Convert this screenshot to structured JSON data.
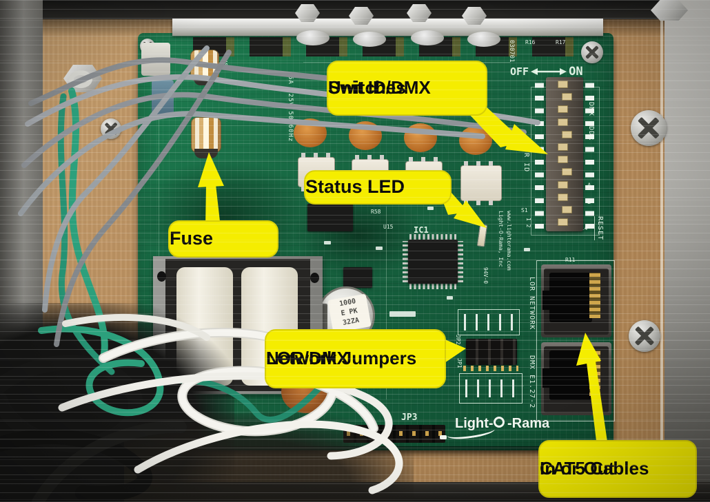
{
  "meta": {
    "description": "Annotated photograph of a Light-O-Rama light controller circuit board inside its enclosure"
  },
  "callouts": {
    "unit_id_switches": {
      "line1": "Unit ID/DMX",
      "line2": "Switches"
    },
    "status_led": {
      "label": "Status LED"
    },
    "fuse": {
      "label": "Fuse"
    },
    "network_jumpers": {
      "line1": "LOR/DMX",
      "line2": "Network Jumpers"
    },
    "cat5": {
      "line1": "CAT5 Cables",
      "line2": "In or Out"
    }
  },
  "pcb": {
    "dip_switch_count": 12,
    "switch_labels": {
      "off": "OFF",
      "on": "ON",
      "dmx_addr": "DMX ADDR",
      "lor_id": "LOR ID",
      "reset": "RESET",
      "a": "A",
      "b": "B",
      "s1": "S1",
      "one_two": "1 2"
    },
    "ports": {
      "lor": "LOR NETWORK",
      "dmx": "DMX E1.27-2"
    },
    "silkscreen": {
      "ic1": "IC1",
      "jp1": "JP1",
      "jp2": "JP2",
      "jp3": "JP3",
      "rev": "030701",
      "fuse": "Fuse",
      "fuse_rating": "5A 125V 50/60Hz",
      "maker_line1": "Light-O-Rama, Inc",
      "maker_line2": "www.lightorama.com",
      "flammability": "94V-0",
      "r16": "R16",
      "r17": "R17",
      "r14": "R14",
      "r11": "R11",
      "r58": "R58",
      "u15": "U15"
    },
    "logo": {
      "full": "Light-O-Rama",
      "left": "Light-",
      "right": "-Rama"
    },
    "capacitor": {
      "line1": "1000",
      "line2": "E PK",
      "line3": "32ZA"
    }
  },
  "colors": {
    "callout_bg": "#F5ED00",
    "pcb_green": "#16613E",
    "board_tan": "#B78C5C",
    "wire_gray": "#9FA3A8"
  }
}
